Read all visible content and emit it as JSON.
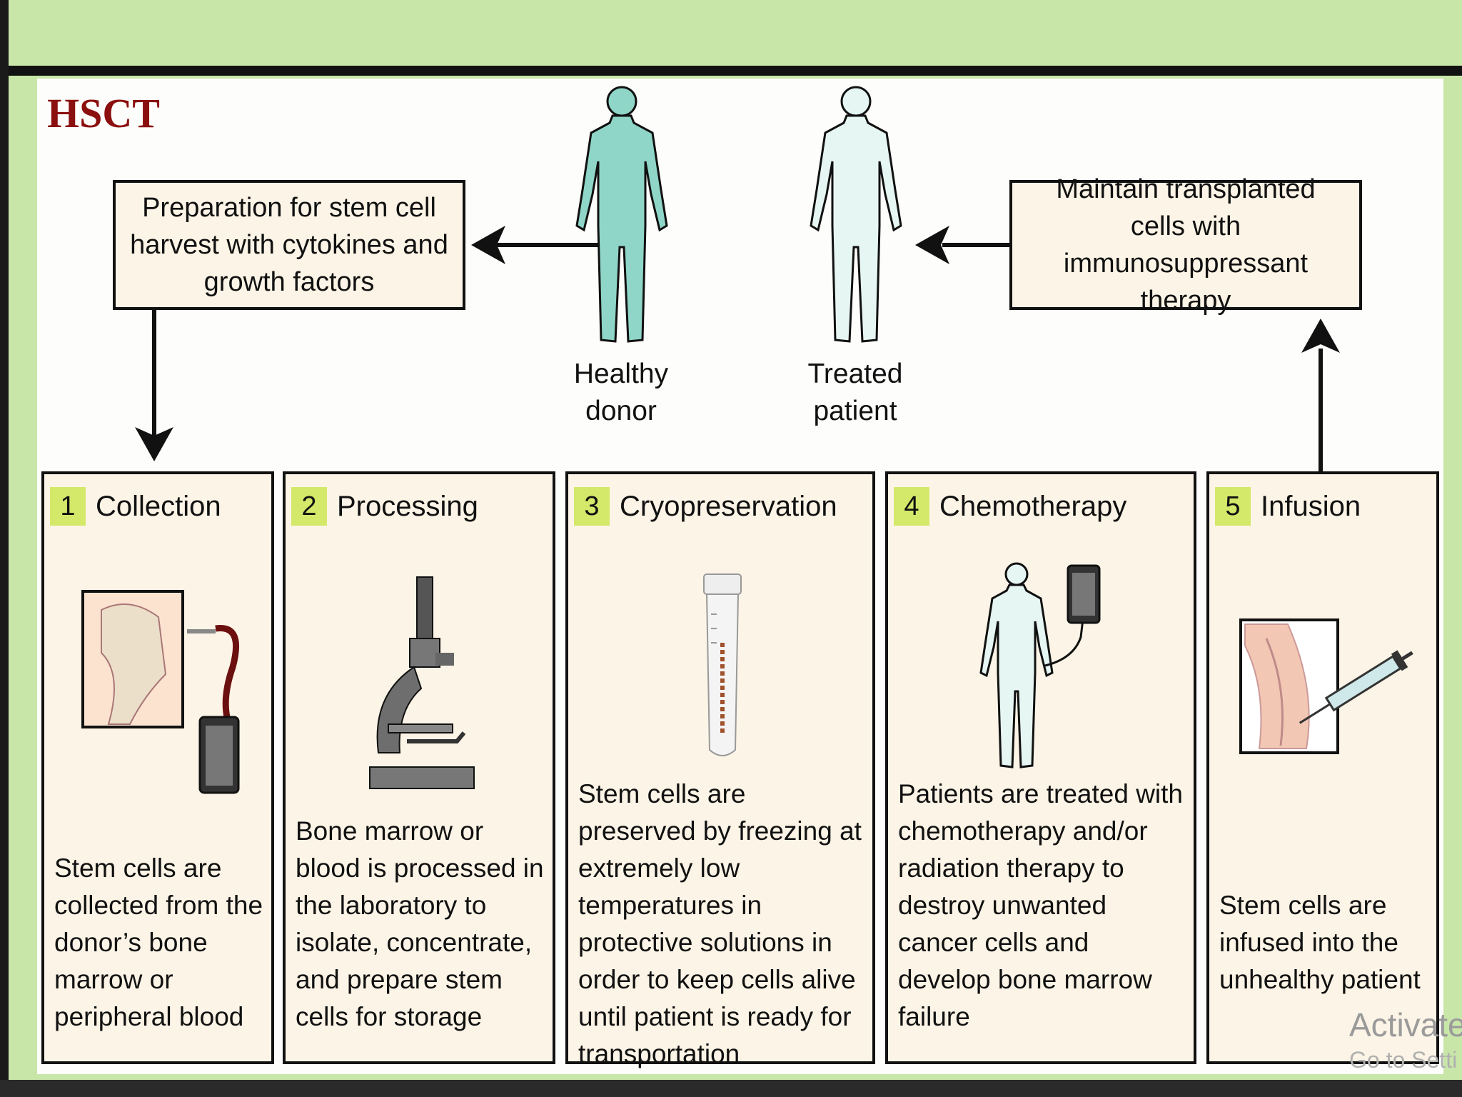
{
  "title": "HSCT",
  "boxes": {
    "preparation": "Preparation for stem cell harvest with cytokines and growth factors",
    "maintain": "Maintain transplanted cells with immunosuppressant therapy"
  },
  "figures": {
    "donor_label": "Healthy donor",
    "patient_label": "Treated patient"
  },
  "steps": [
    {
      "number": "1",
      "name": "Collection",
      "description": "Stem cells are collected from the donor’s bone marrow or peripheral blood",
      "icon": "bone-marrow-collection-icon"
    },
    {
      "number": "2",
      "name": "Processing",
      "description": "Bone marrow or blood is processed in the laboratory to isolate, concentrate, and prepare stem cells for storage",
      "icon": "microscope-icon"
    },
    {
      "number": "3",
      "name": "Cryopreservation",
      "description": "Stem cells are preserved by freezing at extremely low temperatures in protective solutions in order to keep cells alive until patient is ready for transportation",
      "icon": "cryo-vial-icon"
    },
    {
      "number": "4",
      "name": "Chemotherapy",
      "description": "Patients are treated with chemotherapy and/or radiation therapy to destroy unwanted cancer cells and develop bone marrow failure",
      "icon": "patient-iv-bag-icon"
    },
    {
      "number": "5",
      "name": "Infusion",
      "description": "Stem cells are infused into the unhealthy patient",
      "icon": "syringe-arm-icon"
    }
  ],
  "colors": {
    "slide_background": "#c9e6a9",
    "title": "#8b0f0f",
    "step_badge": "#d4e86a",
    "box_fill": "#fcf4e6",
    "donor_figure": "#8fd6c8",
    "patient_figure": "#e6f6f3"
  },
  "watermark": {
    "line1": "Activate",
    "line2": "Go to Setti"
  }
}
